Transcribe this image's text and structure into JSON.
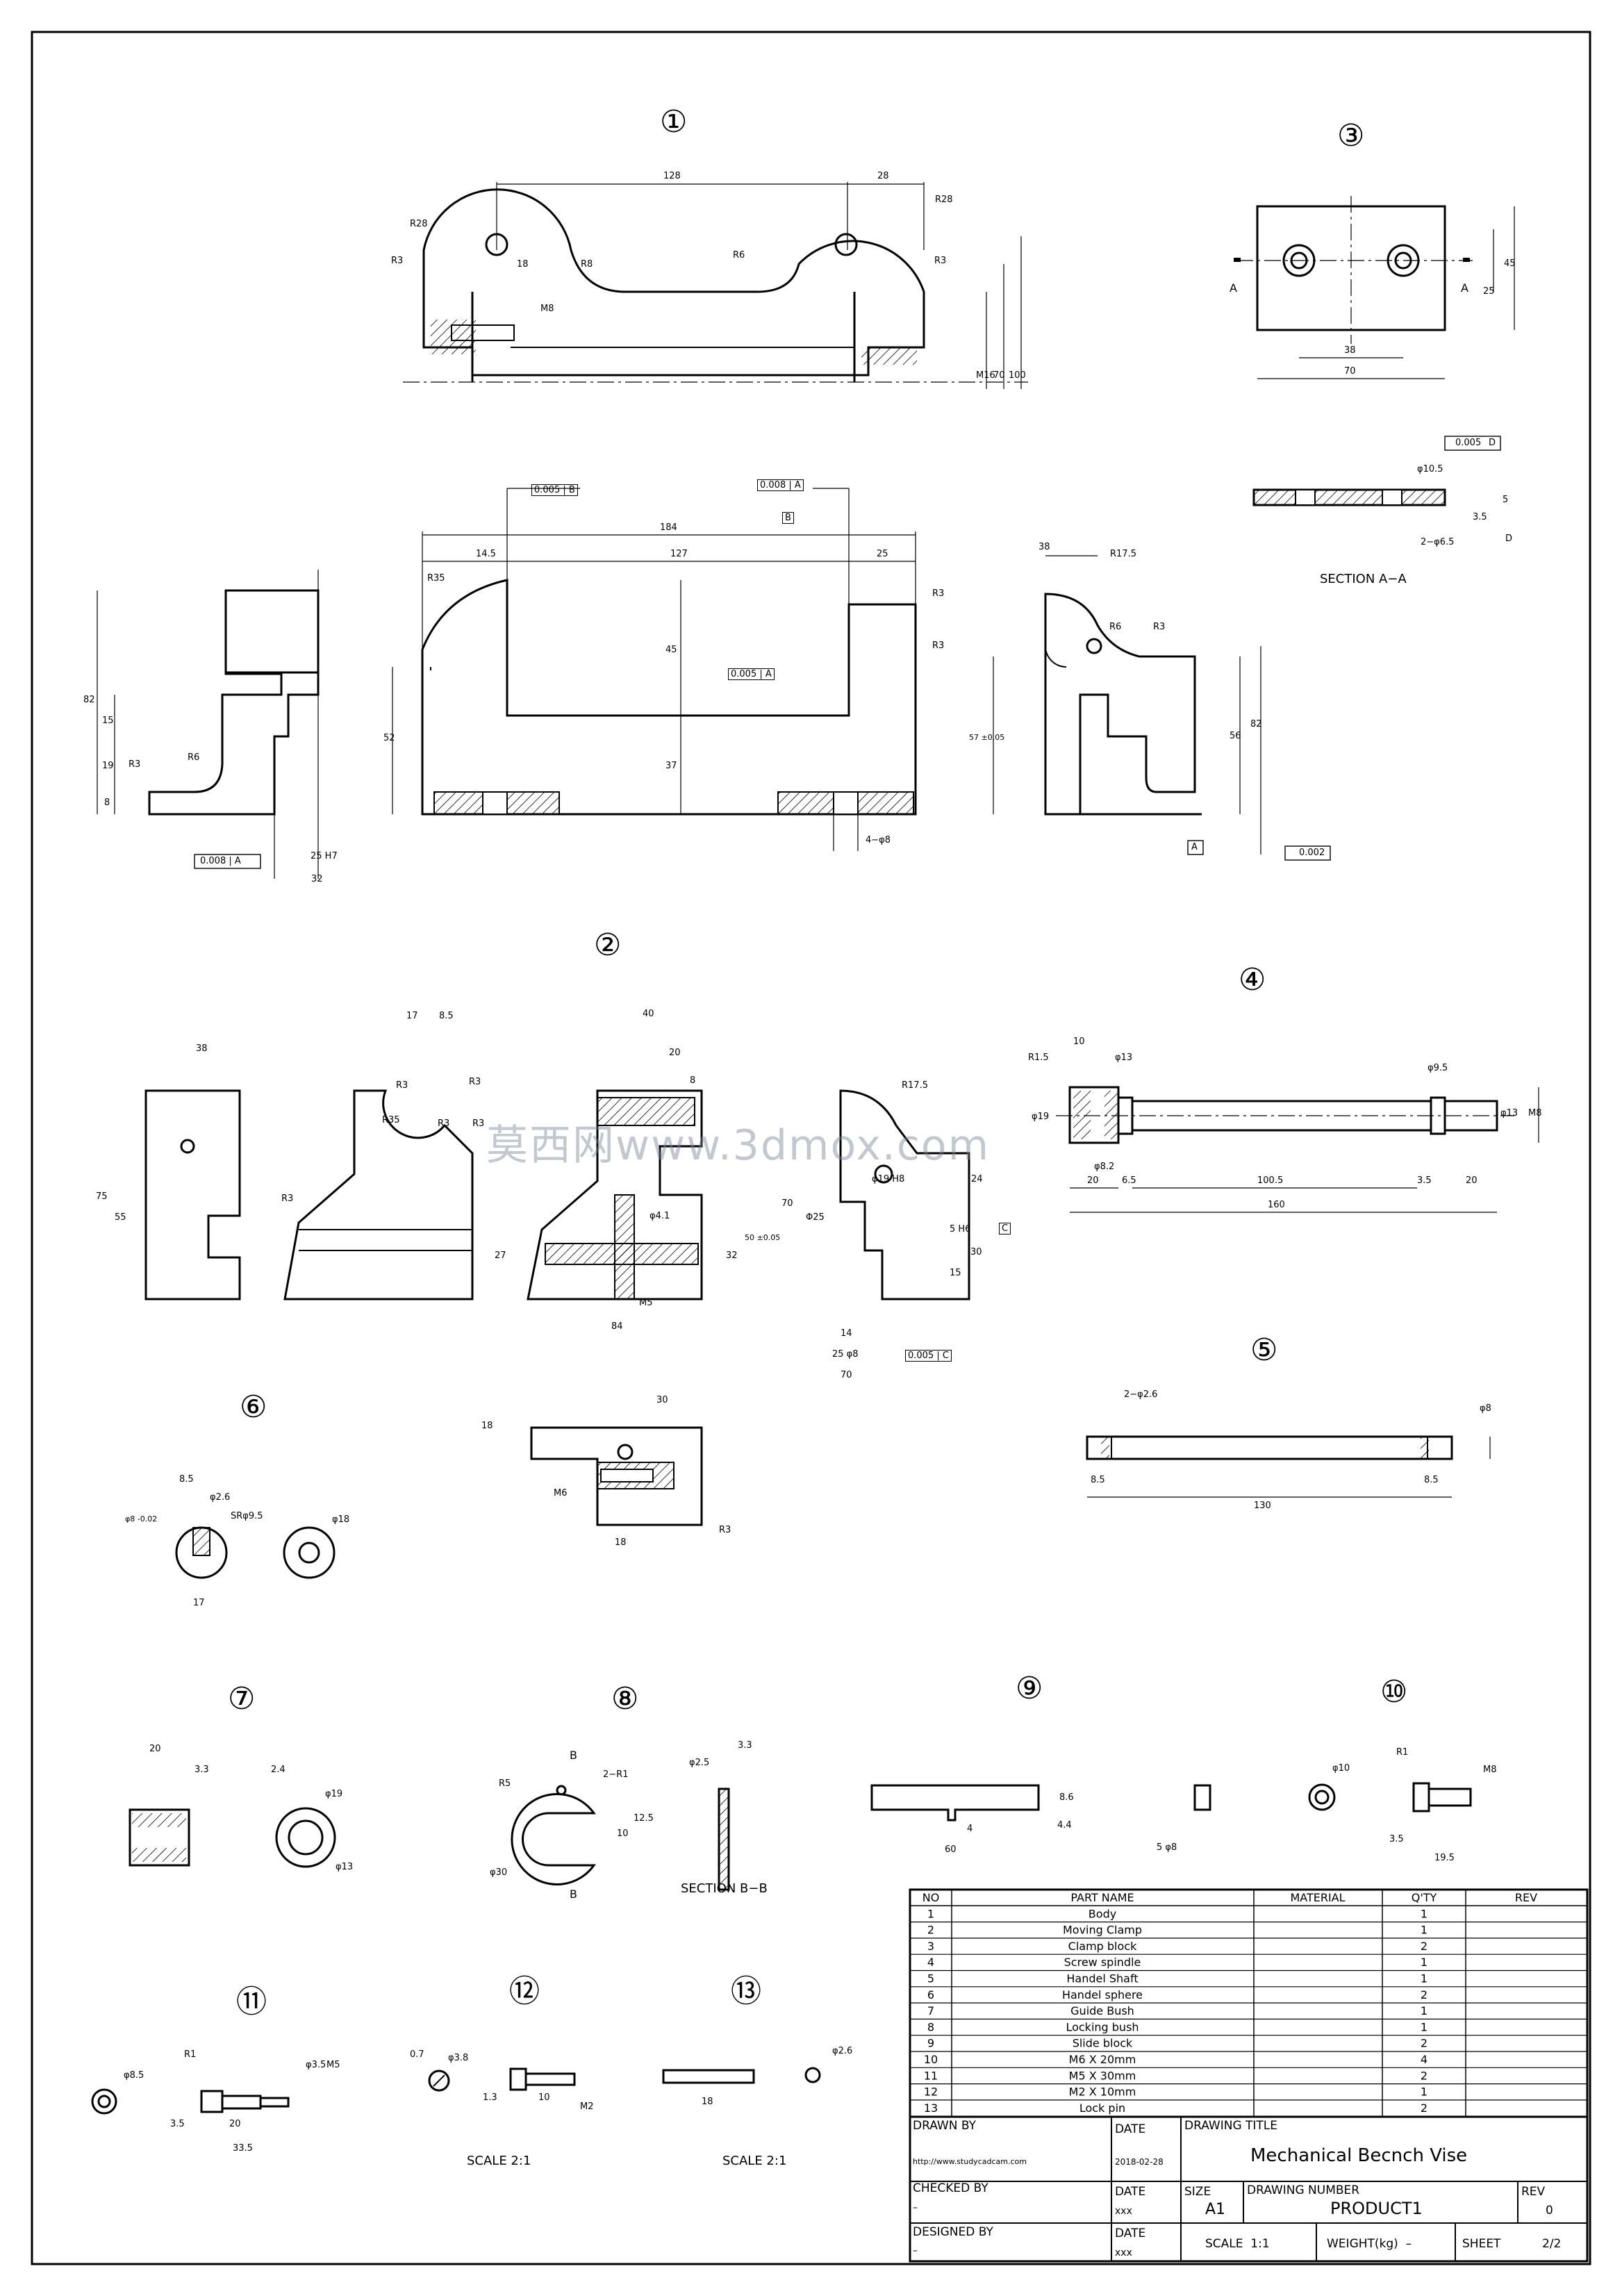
{
  "part_numbers": [
    "①",
    "②",
    "③",
    "④",
    "⑤",
    "⑥",
    "⑦",
    "⑧",
    "⑨",
    "⑩",
    "⑪",
    "⑫",
    "⑬"
  ],
  "watermark": "莫西网www.3dmox.com",
  "dims": {
    "p1": [
      "128",
      "28",
      "R28",
      "R3",
      "18",
      "R8",
      "M8",
      "R6",
      "R28",
      "R3",
      "M16",
      "70",
      "100"
    ],
    "p1_front": [
      "184",
      "14.5",
      "127",
      "25",
      "R35",
      "R3",
      "R3",
      "45",
      "52",
      "37",
      "4−φ8",
      "0.005",
      "A",
      "0.008",
      "A",
      "B",
      "0.005",
      "B"
    ],
    "p1_side": [
      "82",
      "15",
      "19",
      "8",
      "R3",
      "R6",
      "25 H7",
      "32",
      "0.008",
      "A"
    ],
    "p1_right": [
      "38",
      "R17.5",
      "R6",
      "R3",
      "57 ±0.05",
      "56",
      "82",
      "A",
      "0.002"
    ],
    "p3": [
      "A",
      "A",
      "45",
      "25",
      "38",
      "70"
    ],
    "p3_section": [
      "0.005",
      "D",
      "φ10.5",
      "3.5",
      "5",
      "2−φ6.5",
      "D",
      "SECTION A−A"
    ],
    "p2": [
      "38",
      "75",
      "55",
      "17",
      "8.5",
      "R3",
      "R35",
      "R3",
      "R3",
      "R3",
      "R3",
      "40",
      "20",
      "8",
      "φ4.1",
      "27",
      "32",
      "50 ±0.05",
      "M5",
      "84",
      "R17.5",
      "φ19 H8",
      "70",
      "Φ25",
      "24",
      "5 H6",
      "30",
      "15",
      "14",
      "25 φ8",
      "70",
      "0.005",
      "C",
      "C"
    ],
    "p4": [
      "10",
      "R1.5",
      "φ13",
      "φ9.5",
      "φ19",
      "φ8.2",
      "M8",
      "φ13",
      "20",
      "6.5",
      "100.5",
      "3.5",
      "20",
      "160"
    ],
    "p5": [
      "2−φ2.6",
      "φ8",
      "8.5",
      "130",
      "8.5"
    ],
    "p6": [
      "8.5",
      "φ2.6",
      "SRφ9.5",
      "φ8 -0.02",
      "17",
      "φ18"
    ],
    "p_mid": [
      "30",
      "18",
      "M6",
      "18",
      "R3"
    ],
    "p7": [
      "20",
      "3.3",
      "2.4",
      "φ19",
      "φ13"
    ],
    "p8": [
      "B",
      "B",
      "R5",
      "2−R1",
      "10",
      "12.5",
      "φ30",
      "φ2.5",
      "3.3",
      "SECTION B−B"
    ],
    "p9": [
      "8.6",
      "60",
      "4",
      "4.4",
      "5 φ8"
    ],
    "p10": [
      "φ10",
      "R1",
      "M8",
      "3.5",
      "19.5"
    ],
    "p11": [
      "φ8.5",
      "R1",
      "φ3.5",
      "M5",
      "3.5",
      "20",
      "33.5"
    ],
    "p12": [
      "0.7",
      "φ3.8",
      "1.3",
      "10",
      "M2"
    ],
    "p13": [
      "φ2.6",
      "18"
    ],
    "scales": [
      "SCALE 2:1",
      "SCALE 2:1"
    ]
  },
  "bom": {
    "headers": [
      "NO",
      "PART NAME",
      "MATERIAL",
      "Q'TY",
      "REV"
    ],
    "rows": [
      [
        "1",
        "Body",
        "",
        "1",
        ""
      ],
      [
        "2",
        "Moving Clamp",
        "",
        "1",
        ""
      ],
      [
        "3",
        "Clamp block",
        "",
        "2",
        ""
      ],
      [
        "4",
        "Screw spindle",
        "",
        "1",
        ""
      ],
      [
        "5",
        "Handel Shaft",
        "",
        "1",
        ""
      ],
      [
        "6",
        "Handel sphere",
        "",
        "2",
        ""
      ],
      [
        "7",
        "Guide Bush",
        "",
        "1",
        ""
      ],
      [
        "8",
        "Locking bush",
        "",
        "1",
        ""
      ],
      [
        "9",
        "Slide block",
        "",
        "2",
        ""
      ],
      [
        "10",
        "M6 X 20mm",
        "",
        "4",
        ""
      ],
      [
        "11",
        "M5 X 30mm",
        "",
        "2",
        ""
      ],
      [
        "12",
        "M2 X 10mm",
        "",
        "1",
        ""
      ],
      [
        "13",
        "Lock pin",
        "",
        "2",
        ""
      ]
    ]
  },
  "title_block": {
    "drawn_by_label": "DRAWN BY",
    "drawn_by": "http://www.studycadcam.com",
    "date_label": "DATE",
    "date": "2018-02-28",
    "drawing_title_label": "DRAWING TITLE",
    "drawing_title": "Mechanical Becnch Vise",
    "checked_by_label": "CHECKED BY",
    "checked_by": "–",
    "date2_label": "DATE",
    "date2": "xxx",
    "size_label": "SIZE",
    "size": "A1",
    "drawing_number_label": "DRAWING NUMBER",
    "drawing_number": "PRODUCT1",
    "rev_label": "REV",
    "rev": "0",
    "designed_by_label": "DESIGNED BY",
    "designed_by": "–",
    "date3_label": "DATE",
    "date3": "xxx",
    "scale": "SCALE  1:1",
    "weight": "WEIGHT(kg)  –",
    "sheet": "SHEET",
    "sheet_no": "2/2"
  }
}
